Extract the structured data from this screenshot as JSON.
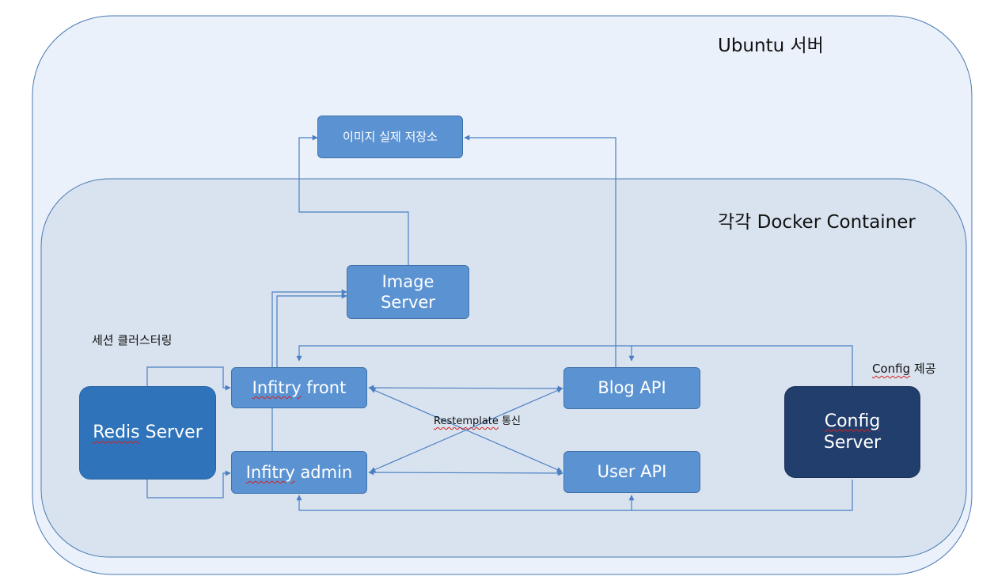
{
  "zones": {
    "ubuntu_label": "Ubuntu 서버",
    "docker_label": "각각 Docker Container"
  },
  "nodes": {
    "image_storage": "이미지 실제 저장소",
    "image_server_line1": "Image",
    "image_server_line2": "Server",
    "redis_prefix": "Redis",
    "redis_suffix": " Server",
    "infitry_front_word": "Infitry",
    "infitry_front_rest": " front",
    "infitry_admin_word": "Infitry",
    "infitry_admin_rest": " admin",
    "blog_api": "Blog API",
    "user_api": "User API",
    "config_line1": "Config",
    "config_line2": "Server"
  },
  "annotations": {
    "session_clustering": "세션 클러스터링",
    "resttemplate_word": "Restemplate",
    "resttemplate_rest": " 통신",
    "config_provide_word": "Config",
    "config_provide_rest": " 제공"
  },
  "colors": {
    "outer_zone_fill": "#eaf1fa",
    "inner_zone_fill": "#d9e3ef",
    "zone_border": "#4a79b4",
    "light_box": "#5b93d2",
    "redis_box": "#2f73ba",
    "config_box": "#223e6c",
    "connector": "#4a7fc1"
  }
}
